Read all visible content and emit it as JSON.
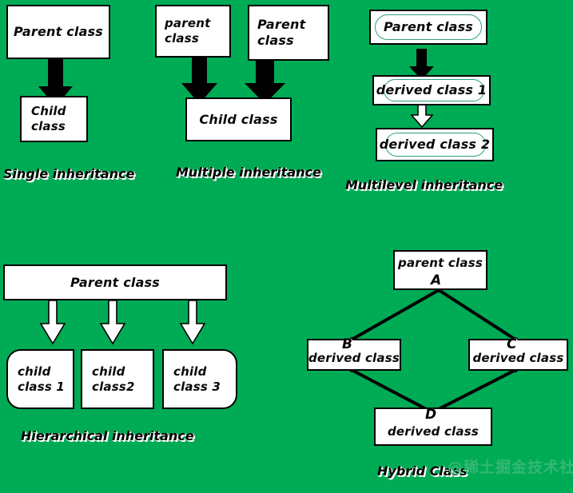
{
  "meta": {
    "background_color": "#00ab55",
    "box_fill": "#ffffff",
    "box_border": "#000000",
    "inner_outline_color": "#2f9e86",
    "watermark": "@稀土掘金技术社区"
  },
  "diagrams": [
    {
      "id": "single-inheritance",
      "caption": "Single inheritance",
      "nodes": [
        {
          "id": "parent",
          "label": "Parent class"
        },
        {
          "id": "child",
          "label": "Child\nclass"
        }
      ],
      "edges": [
        {
          "from": "parent",
          "to": "child",
          "style": "solid-black-arrow"
        }
      ]
    },
    {
      "id": "multiple-inheritance",
      "caption": "Multiple inheritance",
      "nodes": [
        {
          "id": "parent1",
          "label": "parent\nclass"
        },
        {
          "id": "parent2",
          "label": "Parent\nclass"
        },
        {
          "id": "child",
          "label": "Child class"
        }
      ],
      "edges": [
        {
          "from": "parent1",
          "to": "child",
          "style": "solid-black-arrow"
        },
        {
          "from": "parent2",
          "to": "child",
          "style": "solid-black-arrow"
        }
      ]
    },
    {
      "id": "multilevel-inheritance",
      "caption": "Multilevel inheritance",
      "nodes": [
        {
          "id": "parent",
          "label": "Parent class"
        },
        {
          "id": "derived1",
          "label": "derived class 1"
        },
        {
          "id": "derived2",
          "label": "derived class 2"
        }
      ],
      "edges": [
        {
          "from": "parent",
          "to": "derived1",
          "style": "solid-black-arrow"
        },
        {
          "from": "derived1",
          "to": "derived2",
          "style": "hollow-white-arrow"
        }
      ]
    },
    {
      "id": "hierarchical-inheritance",
      "caption": "Hierarchical inheritance",
      "nodes": [
        {
          "id": "parent",
          "label": "Parent class"
        },
        {
          "id": "child1",
          "label": "child\nclass 1"
        },
        {
          "id": "child2",
          "label": "child\nclass2"
        },
        {
          "id": "child3",
          "label": "child\nclass 3"
        }
      ],
      "edges": [
        {
          "from": "parent",
          "to": "child1",
          "style": "hollow-white-arrow"
        },
        {
          "from": "parent",
          "to": "child2",
          "style": "hollow-white-arrow"
        },
        {
          "from": "parent",
          "to": "child3",
          "style": "hollow-white-arrow"
        }
      ]
    },
    {
      "id": "hybrid-class",
      "caption": "Hybrid Class",
      "nodes": [
        {
          "id": "a",
          "label": "parent class",
          "letter": "A"
        },
        {
          "id": "b",
          "label": "derived class",
          "letter": "B"
        },
        {
          "id": "c",
          "label": "derived class",
          "letter": "C"
        },
        {
          "id": "d",
          "label": "derived class",
          "letter": "D"
        }
      ],
      "edges": [
        {
          "from": "a",
          "to": "b",
          "style": "plain-line"
        },
        {
          "from": "a",
          "to": "c",
          "style": "plain-line"
        },
        {
          "from": "b",
          "to": "d",
          "style": "plain-line"
        },
        {
          "from": "c",
          "to": "d",
          "style": "plain-line"
        }
      ]
    }
  ]
}
